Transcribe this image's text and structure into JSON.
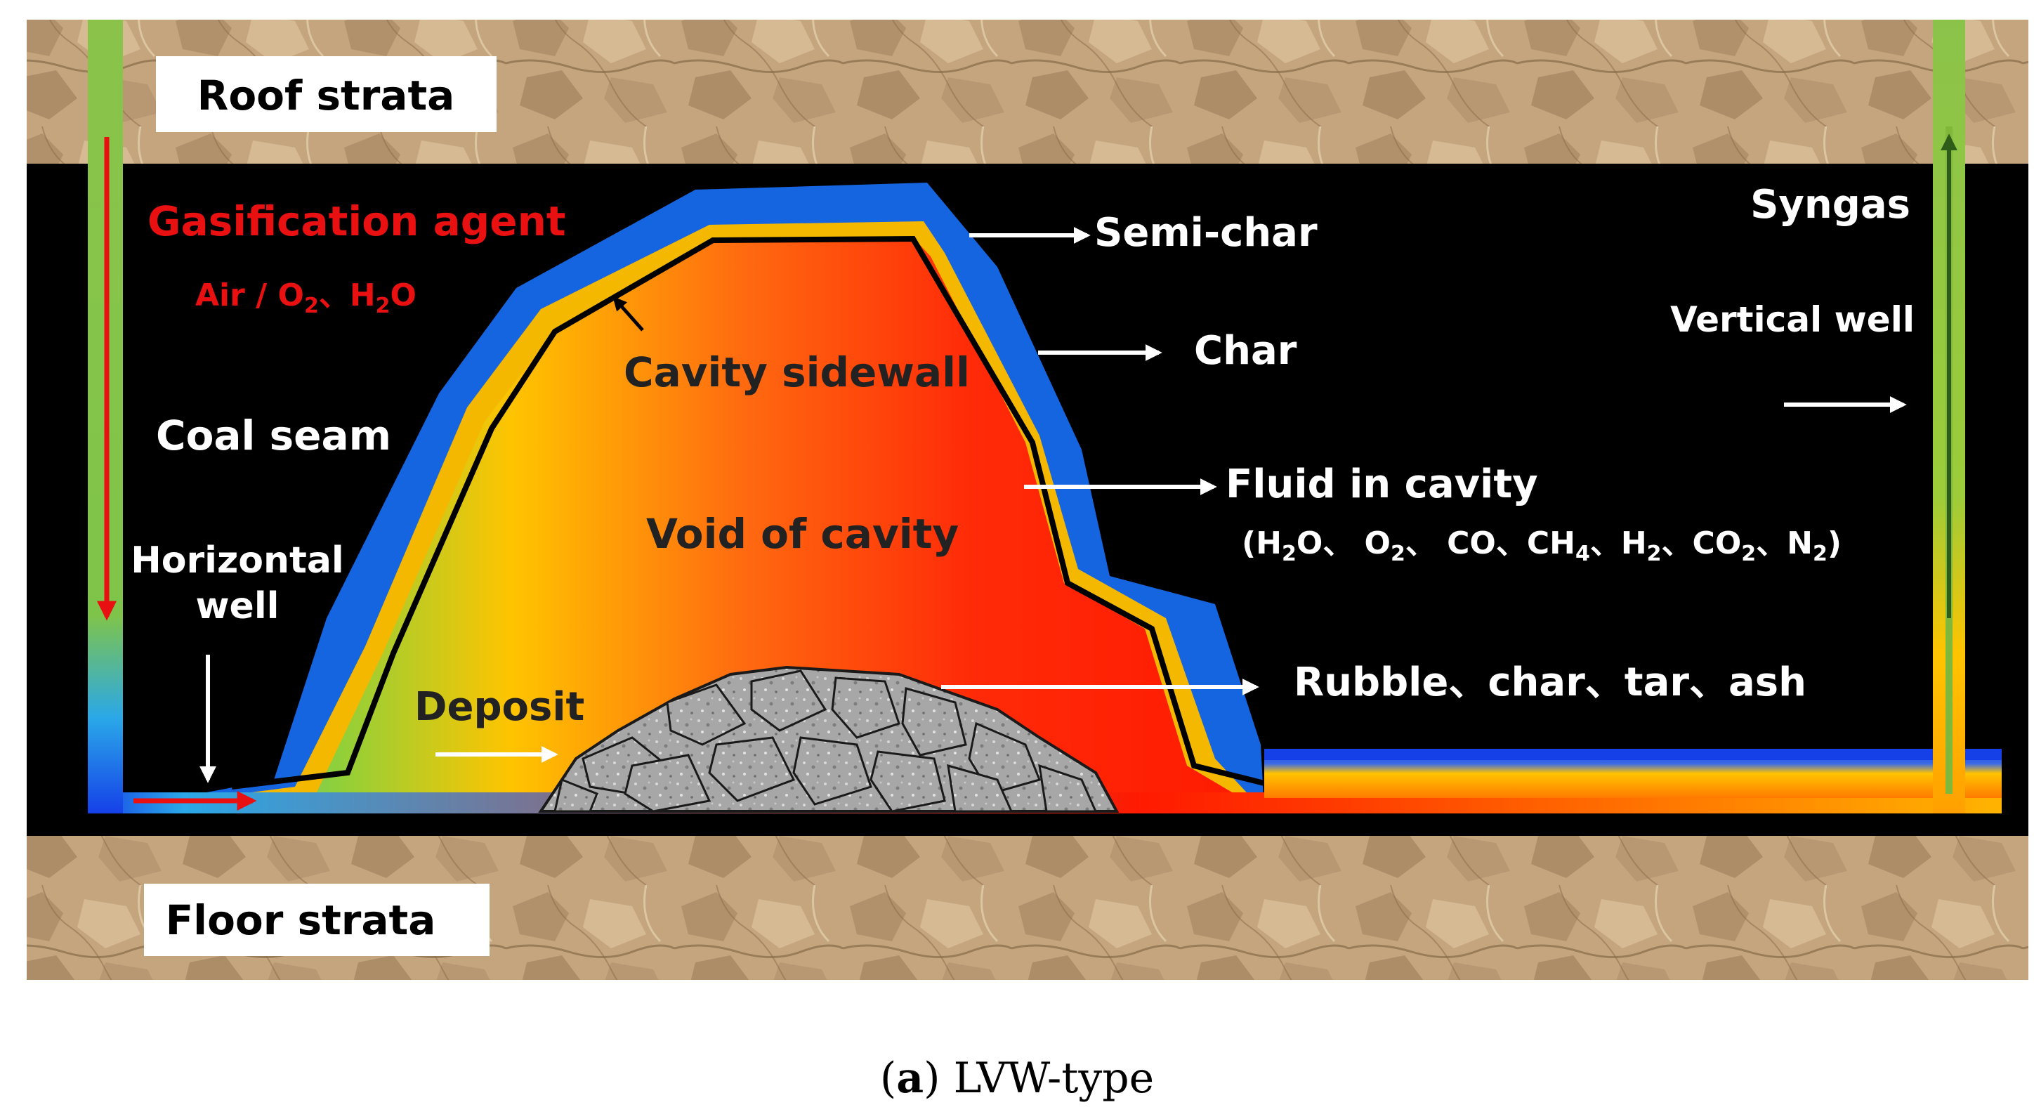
{
  "labels": {
    "roof": "Roof strata",
    "floor": "Floor strata",
    "gas_agent": "Gasification agent",
    "gas_agent_sub": "Air / O",
    "gas_agent_sub2": "2",
    "gas_agent_sub3": "、H",
    "gas_agent_sub4": "2",
    "gas_agent_sub5": "O",
    "coal_seam": "Coal seam",
    "horizontal_well_1": "Horizontal",
    "horizontal_well_2": "well",
    "cavity_sidewall": "Cavity sidewall",
    "void_cavity": "Void of cavity",
    "deposit": "Deposit",
    "semi_char": "Semi-char",
    "char": "Char",
    "fluid": "Fluid in cavity",
    "rubble": "Rubble、char、tar、ash",
    "syngas": "Syngas",
    "vertical_well": "Vertical well",
    "fluid_species": {
      "open": "(H",
      "h2o_sub": "2",
      "h2o_rest": "O、 O",
      "o2_sub": "2",
      "o2_rest": "、 CO、CH",
      "ch4_sub": "4",
      "ch4_rest": "、H",
      "h2_sub": "2",
      "h2_rest": "、CO",
      "co2_sub": "2",
      "co2_rest": "、N",
      "n2_sub": "2",
      "close": ")"
    }
  },
  "caption": {
    "letter": "a",
    "text": " LVW-type"
  },
  "colors": {
    "rock": "#c4a57e",
    "coal": "#000000",
    "semi_char": "#1565e0",
    "char": "#f5b800",
    "agent_text": "#e81010",
    "well_green": "#8bc34a",
    "box_white": "#ffffff"
  }
}
